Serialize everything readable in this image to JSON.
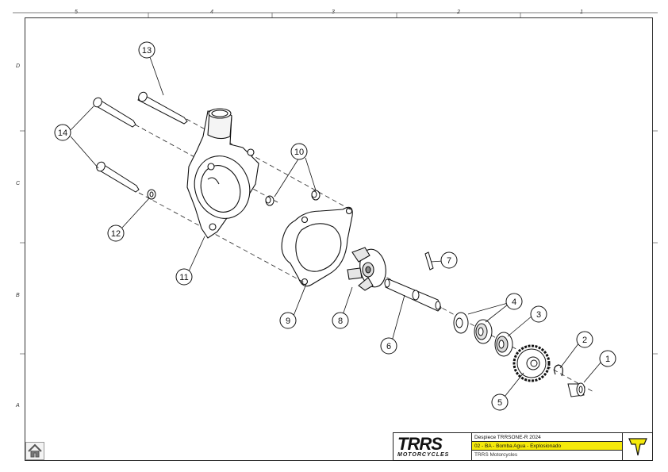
{
  "border_zones": {
    "columns": [
      "5",
      "4",
      "3",
      "2",
      "1"
    ],
    "rows": [
      "D",
      "C",
      "B",
      "A"
    ]
  },
  "callouts": [
    "1",
    "2",
    "3",
    "4",
    "5",
    "6",
    "7",
    "8",
    "9",
    "10",
    "11",
    "12",
    "13",
    "14"
  ],
  "title_block": {
    "brand": "TRRS",
    "brand_sub": "MOTORCYCLES",
    "line1": "Despiece TRRSONE-R 2024",
    "line2": "02 - BA - Bomba Agua - Explosionado",
    "line3": "TRRS Motorcycles",
    "highlight_color": "#f5e90b"
  },
  "home_button": {
    "icon": "home-icon"
  }
}
